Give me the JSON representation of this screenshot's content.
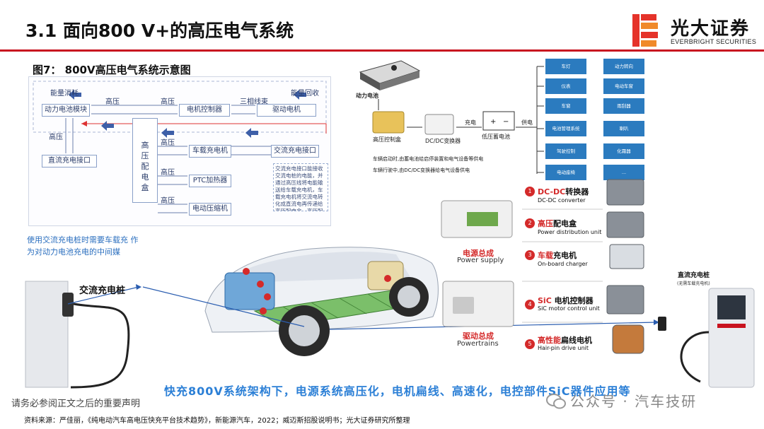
{
  "header": {
    "title": "3.1 面向800 V+的高压电气系统",
    "logo_cn": "光大证券",
    "logo_en": "EVERBRIGHT SECURITIES",
    "accent": "#c8131f"
  },
  "figure": {
    "title": "图7： 800V高压电气系统示意图"
  },
  "system_diagram": {
    "energy_consume": "能量消耗",
    "energy_recover": "能量回收",
    "battery": "动力电池模块",
    "motor_controller": "电机控制器",
    "drive_motor": "驱动电机",
    "hv1": "高压",
    "hv2": "高压",
    "hv3": "高压",
    "hv4": "高压",
    "hv5": "高压",
    "hv6": "高压",
    "three_phase": "三相线束",
    "pdu": "高压配电盒",
    "obc": "车载充电机",
    "ac_port": "交流充电接口",
    "dc_port": "直流充电接口",
    "ptc": "PTC加热器",
    "compressor": "电动压缩机",
    "note": "交流充电接口能接收交流电桩的电能，并通过高压线将电能输送给车载充电机，车载充电机将交流电转化成直流电再传递给高压配电盒，高压配电盒经过直流母线将直流电传递到动力电池，为其充电"
  },
  "power_diagram": {
    "battery": "动力电池",
    "hv_box": "高压控制盒",
    "dcdc": "DC/DC变换器",
    "lv_battery": "低压蓄电池",
    "charge": "充电",
    "supply": "供电",
    "note1": "车辆启动时,由蓄电池给启停装置和电气设备等供电",
    "note2": "车辆行驶中,由DC/DC变换器给电气设备供电",
    "loads": [
      "车灯",
      "动力转向",
      "仪表",
      "电动车窗",
      "车窗",
      "雨刮器",
      "电池管理系统",
      "喇叭",
      "驾驶控制",
      "化霜器",
      "电动座椅",
      "..."
    ]
  },
  "groups": {
    "power_supply_cn": "电源总成",
    "power_supply_en": "Power supply",
    "powertrain_cn": "驱动总成",
    "powertrain_en": "Powertrains"
  },
  "components": [
    {
      "num": "1",
      "hl": "DC-DC",
      "rest": "转换器",
      "en": "DC-DC converter"
    },
    {
      "num": "2",
      "hl": "高压",
      "rest": "配电盒",
      "en": "Power distribution unit"
    },
    {
      "num": "3",
      "hl": "车载",
      "rest": "充电机",
      "en": "On-board charger"
    },
    {
      "num": "4",
      "hl": "SiC",
      "rest": " 电机控制器",
      "en": "SiC motor control unit"
    },
    {
      "num": "5",
      "hl": "高性能",
      "rest": "扁线电机",
      "en": "Hair-pin drive unit"
    }
  ],
  "left_note": "使用交流充电桩时需要车载充 作为对动力电池充电的中间媒",
  "ac_pile": "交流充电桩",
  "dc_pile": "直流充电桩",
  "dc_pile_sub": "(无需车载充电机)",
  "caption": "快充800V系统架构下，电源系统高压化，电机扁线、高速化，电控部件SiC器件应用等",
  "disclaimer": "请务必参阅正文之后的重要声明",
  "source": "资料来源：严佳丽，《纯电动汽车高电压快充平台技术趋势》，新能源汽车，2022；威迈斯招股说明书；光大证券研究所整理",
  "watermark": "公众号 · 汽车技研"
}
